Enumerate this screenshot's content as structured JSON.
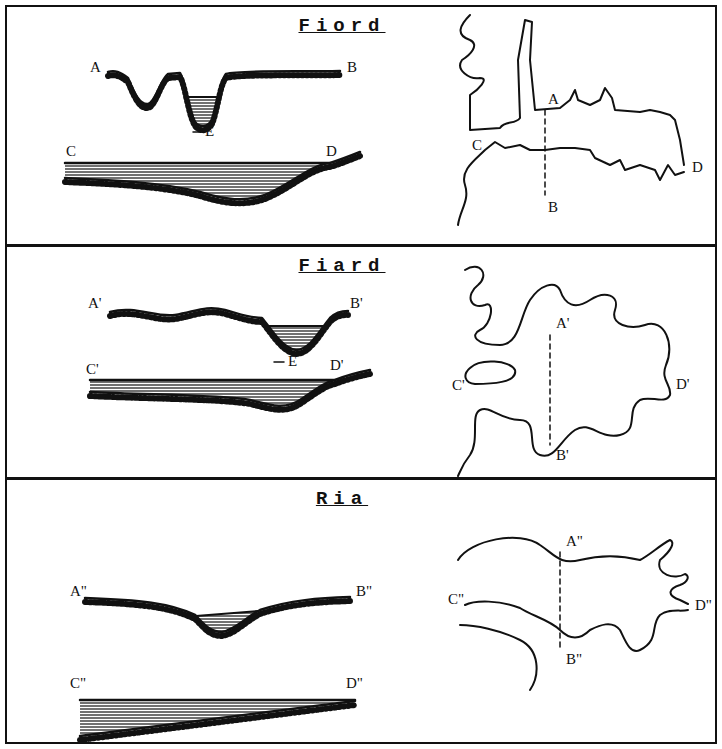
{
  "diagram": {
    "nodes": [
      {
        "text": [
          "Fiord"
        ]
      },
      {
        "text": [
          "Fiard"
        ]
      },
      {
        "text": [
          "Ria"
        ]
      }
    ],
    "labels": [
      "A",
      "B",
      "E",
      "C",
      "D",
      "A",
      "C",
      "B",
      "D",
      "A'",
      "B'",
      "E",
      "C'",
      "D'",
      "C'",
      "A'",
      "B'",
      "D'",
      "A\"",
      "B\"",
      "C\"",
      "D\"",
      "C\"",
      "A\"",
      "B\"",
      "D\""
    ]
  }
}
